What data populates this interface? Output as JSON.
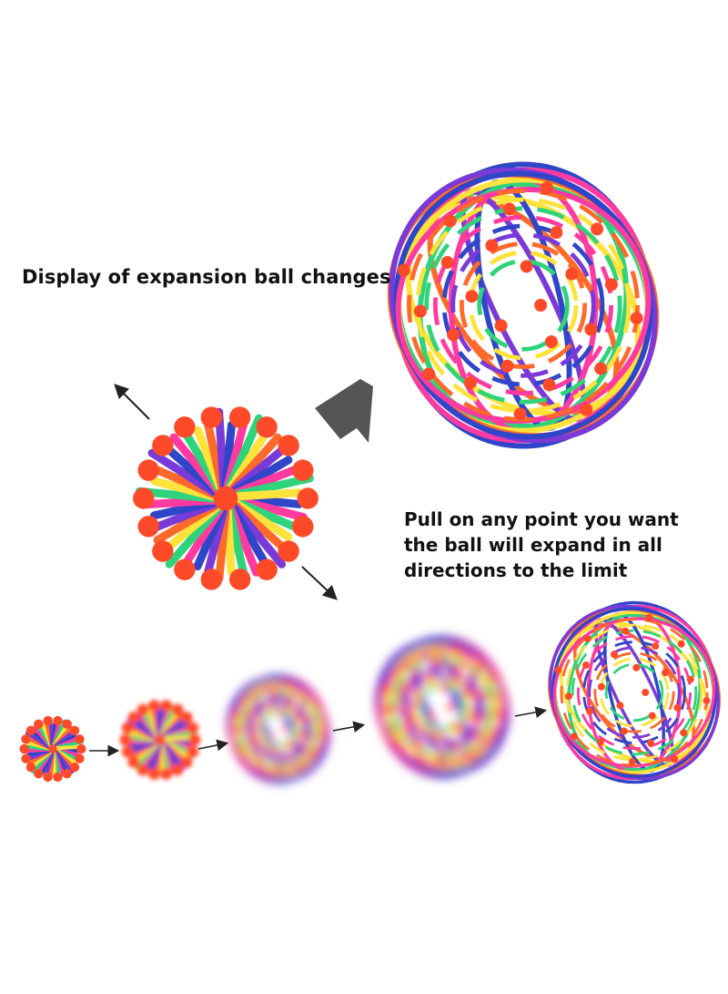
{
  "captions": {
    "title": "Display of expansion ball changes",
    "pull_lines": [
      "Pull on any point you want",
      "the ball will expand in all",
      "directions to the limit"
    ]
  },
  "colors": {
    "blue": "#2f46c8",
    "pink": "#ff3aa0",
    "green": "#2fd37a",
    "yellow": "#ffe23a",
    "orange": "#ff6a2a",
    "purple": "#7a3ad8",
    "node": "#ff4a2a",
    "arrow": "#555555"
  },
  "illustrations": [
    "expanded-ball-large",
    "collapsed-ball-medium",
    "expansion-sequence"
  ]
}
